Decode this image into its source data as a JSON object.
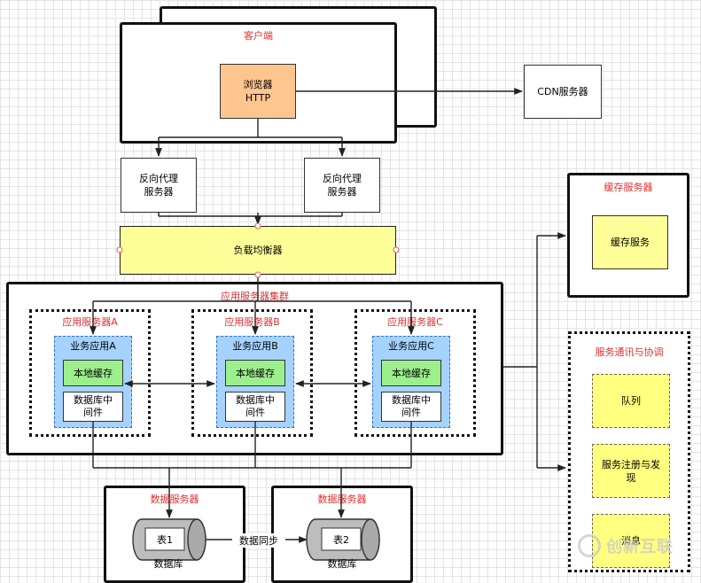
{
  "client": {
    "title": "客户端",
    "browser": "浏览器",
    "browser_proto": "HTTP"
  },
  "cdn": {
    "label": "CDN服务器"
  },
  "proxy": {
    "left_line1": "反向代理",
    "left_line2": "服务器",
    "right_line1": "反向代理",
    "right_line2": "服务器"
  },
  "load_balancer": {
    "label": "负载均衡器"
  },
  "cache_server": {
    "title": "缓存服务器",
    "service": "缓存服务"
  },
  "app_cluster": {
    "title": "应用服务器集群",
    "servers": [
      {
        "name": "应用服务器A",
        "app": "业务应用A",
        "cache": "本地缓存",
        "mw_line1": "数据库中",
        "mw_line2": "间件"
      },
      {
        "name": "应用服务器B",
        "app": "业务应用B",
        "cache": "本地缓存",
        "mw_line1": "数据库中",
        "mw_line2": "间件"
      },
      {
        "name": "应用服务器C",
        "app": "业务应用C",
        "cache": "本地缓存",
        "mw_line1": "数据库中",
        "mw_line2": "间件"
      }
    ]
  },
  "service_coord": {
    "title": "服务通讯与协调",
    "queue": "队列",
    "registry_line1": "服务注册与发",
    "registry_line2": "现",
    "message": "消息"
  },
  "db_servers": [
    {
      "title": "数据服务器",
      "table": "表1",
      "db": "数据库"
    },
    {
      "title": "数据服务器",
      "table": "表2",
      "db": "数据库"
    }
  ],
  "data_sync": {
    "label": "数据同步"
  },
  "watermark": {
    "text": "创新互联"
  }
}
